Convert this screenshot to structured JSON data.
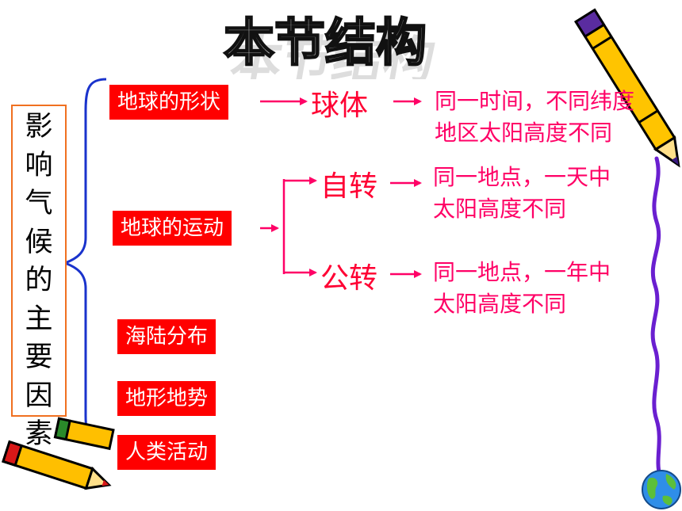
{
  "title": "本节结构",
  "main_factor": "影响气候的主要因素",
  "factors": [
    {
      "label": "地球的形状"
    },
    {
      "label": "地球的运动"
    },
    {
      "label": "海陆分布"
    },
    {
      "label": "地形地势"
    },
    {
      "label": "人类活动"
    }
  ],
  "shape_branch": {
    "node": "球体",
    "result": [
      "同一时间，不同纬度",
      "地区太阳高度不同"
    ]
  },
  "motion_branches": [
    {
      "node": "自转",
      "result": [
        "同一地点，一天中",
        "太阳高度不同"
      ]
    },
    {
      "node": "公转",
      "result": [
        "同一地点，一年中",
        "太阳高度不同"
      ]
    }
  ],
  "colors": {
    "box_fill": "#ff0000",
    "box_text": "#ffffff",
    "bracket": "#1a33cc",
    "arrow": "#ff0066",
    "main_border": "#f07020"
  },
  "icons": [
    "crayon-icon",
    "pencil-icon",
    "globe-icon"
  ]
}
